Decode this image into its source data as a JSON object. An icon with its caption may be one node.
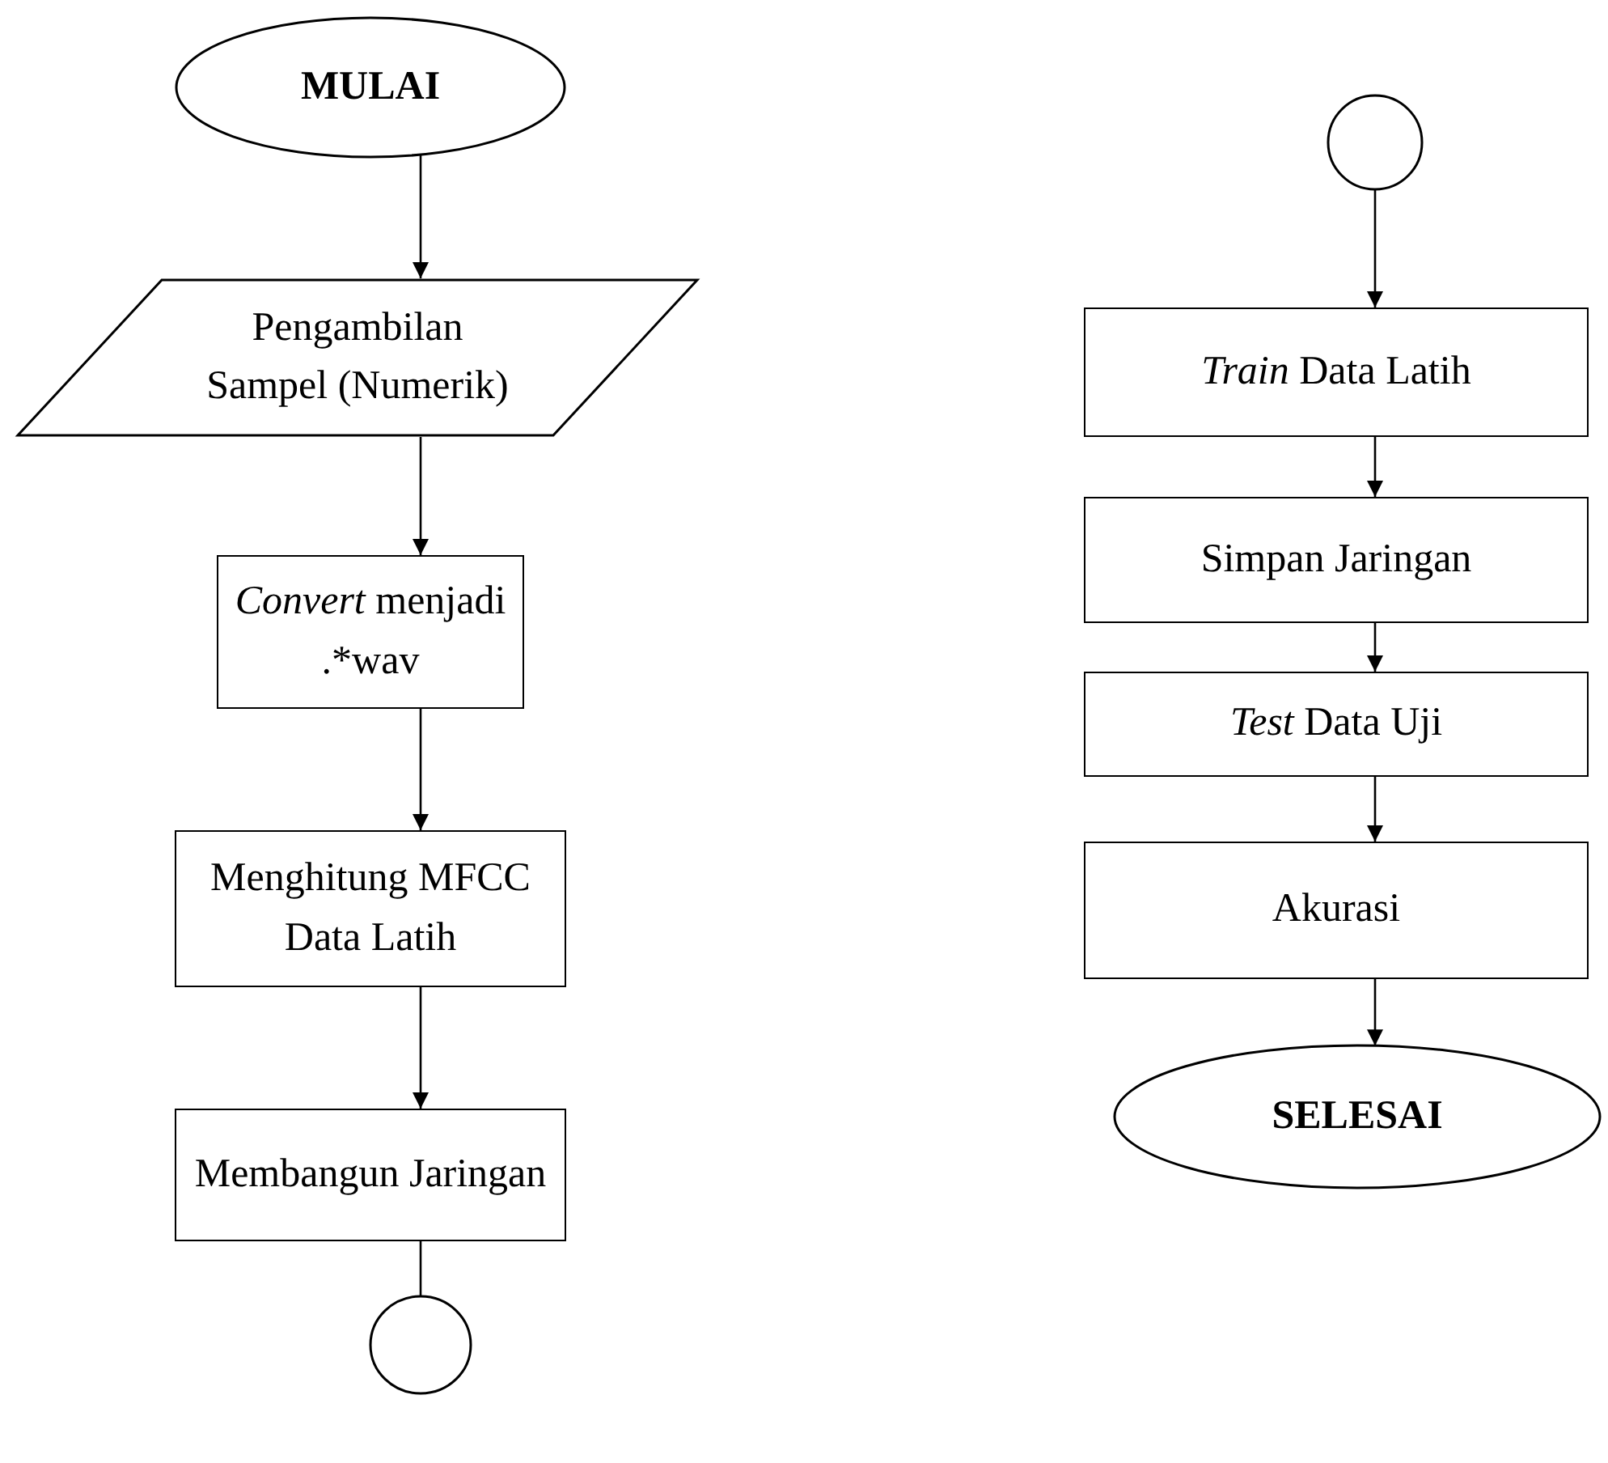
{
  "diagram": {
    "nodes": [
      {
        "text": [
          "MULAI"
        ]
      },
      {
        "text": [
          "Pengambilan Sampel  (Numerik)"
        ]
      },
      {
        "text": [
          "*Convert* menjadi .*wav"
        ]
      },
      {
        "text": [
          "Menghitung MFCC Data Latih"
        ]
      },
      {
        "text": [
          "Membangun Jaringan"
        ]
      },
      {
        "text": [],
        "shape": "circle"
      },
      {
        "text": [],
        "shape": "circle"
      },
      {
        "text": [
          "*Train* Data Latih"
        ]
      },
      {
        "text": [
          "Simpan Jaringan"
        ]
      },
      {
        "text": [
          "*Test* Data Uji"
        ]
      },
      {
        "text": [
          "Akurasi"
        ]
      },
      {
        "text": [
          "SELESAI"
        ]
      }
    ],
    "edges": [
      {
        "from": 0,
        "to": 1,
        "arrow": "to"
      },
      {
        "from": 1,
        "to": 2,
        "arrow": "to"
      },
      {
        "from": 2,
        "to": 3,
        "arrow": "to"
      },
      {
        "from": 3,
        "to": 4,
        "arrow": "to"
      },
      {
        "from": 4,
        "to": 5,
        "arrow": "none"
      },
      {
        "from": 6,
        "to": 7,
        "arrow": "to"
      },
      {
        "from": 7,
        "to": 8,
        "arrow": "to"
      },
      {
        "from": 8,
        "to": 9,
        "arrow": "to"
      },
      {
        "from": 9,
        "to": 10,
        "arrow": "to"
      },
      {
        "from": 10,
        "to": 11,
        "arrow": "to"
      }
    ]
  }
}
